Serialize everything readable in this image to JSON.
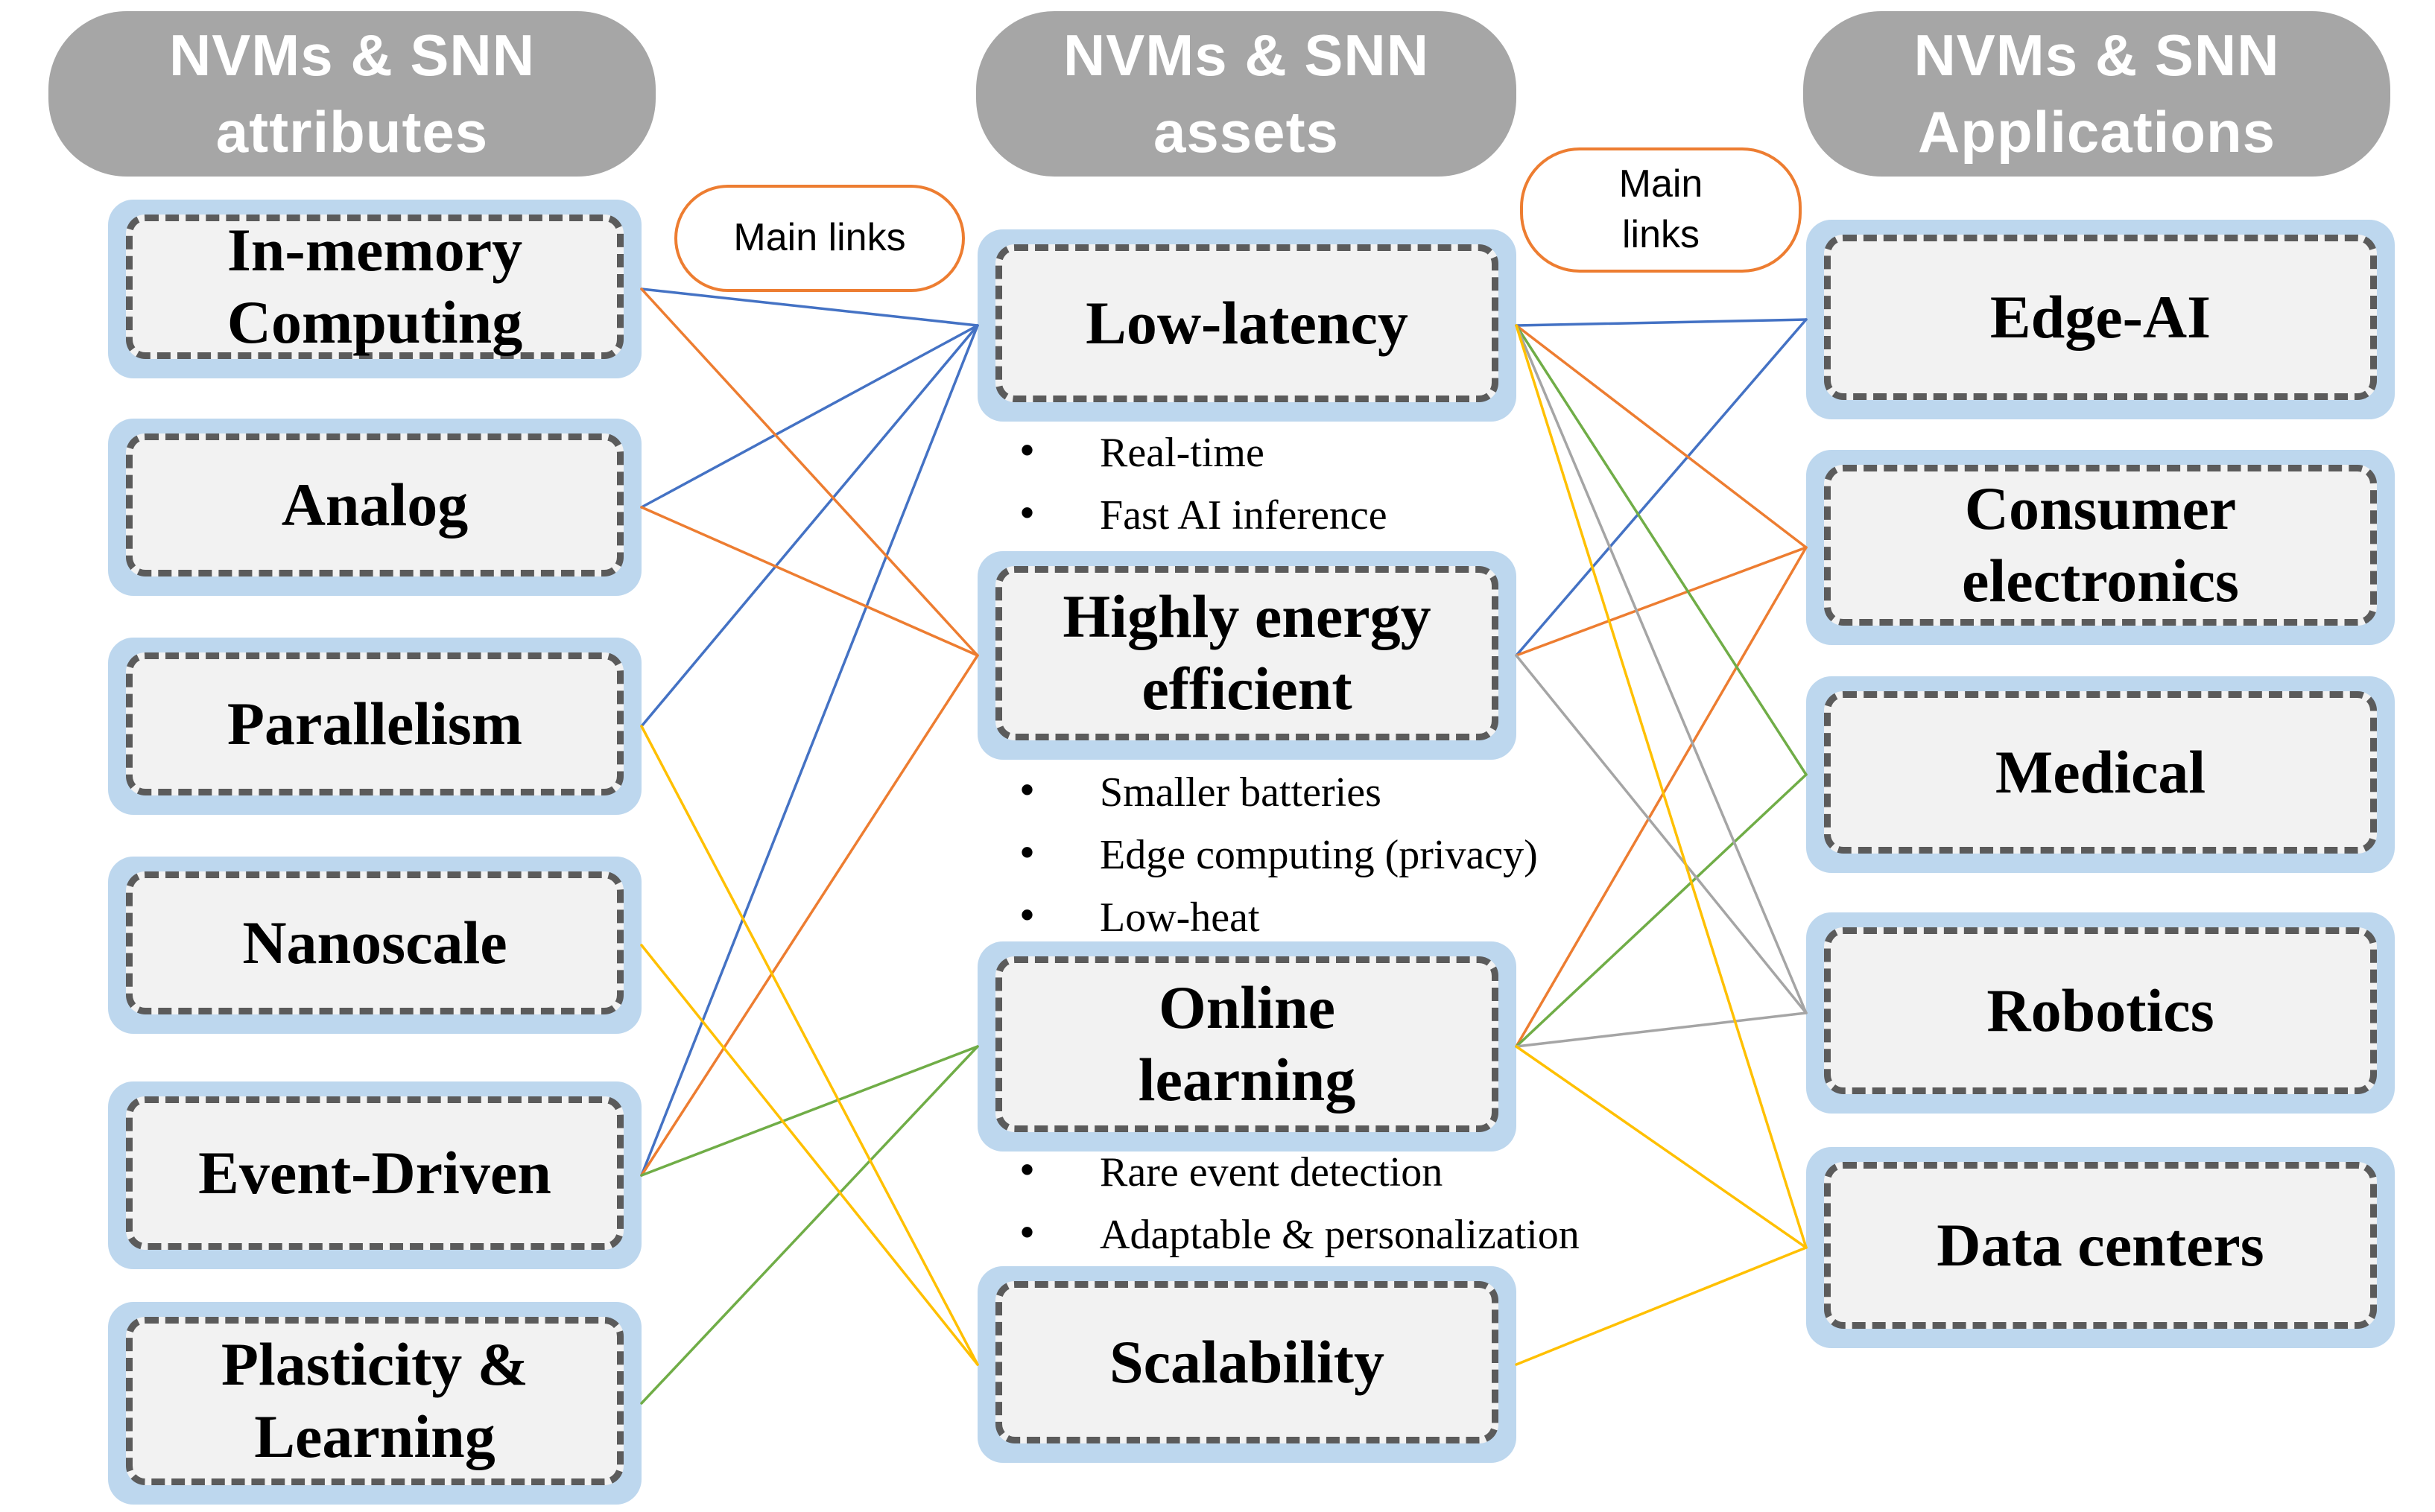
{
  "headers": {
    "attributes": "NVMs & SNN\nattributes",
    "assets": "NVMs & SNN\nassets",
    "applications": "NVMs & SNN\nApplications"
  },
  "main_links": {
    "left": "Main links",
    "right": "Main\nlinks"
  },
  "attributes": {
    "boxes": [
      {
        "id": "in-memory-computing",
        "label": "In-memory\nComputing"
      },
      {
        "id": "analog",
        "label": "Analog"
      },
      {
        "id": "parallelism",
        "label": "Parallelism"
      },
      {
        "id": "nanoscale",
        "label": "Nanoscale"
      },
      {
        "id": "event-driven",
        "label": "Event-Driven"
      },
      {
        "id": "plasticity-learning",
        "label": "Plasticity &\nLearning"
      }
    ]
  },
  "assets": {
    "boxes": [
      {
        "id": "low-latency",
        "label": "Low-latency",
        "bullets": [
          "Real-time",
          "Fast AI inference"
        ]
      },
      {
        "id": "highly-energy-efficient",
        "label": "Highly energy\nefficient",
        "bullets": [
          "Smaller batteries",
          "Edge computing (privacy)",
          "Low-heat"
        ]
      },
      {
        "id": "online-learning",
        "label": "Online\nlearning",
        "bullets": [
          "Rare event detection",
          "Adaptable & personalization"
        ]
      },
      {
        "id": "scalability",
        "label": "Scalability",
        "bullets": []
      }
    ]
  },
  "applications": {
    "boxes": [
      {
        "id": "edge-ai",
        "label": "Edge-AI"
      },
      {
        "id": "consumer-electronics",
        "label": "Consumer\nelectronics"
      },
      {
        "id": "medical",
        "label": "Medical"
      },
      {
        "id": "robotics",
        "label": "Robotics"
      },
      {
        "id": "data-centers",
        "label": "Data centers"
      }
    ]
  },
  "links": [
    {
      "from": "in-memory-computing",
      "to": "low-latency",
      "color": "blue"
    },
    {
      "from": "analog",
      "to": "low-latency",
      "color": "blue"
    },
    {
      "from": "parallelism",
      "to": "low-latency",
      "color": "blue"
    },
    {
      "from": "event-driven",
      "to": "low-latency",
      "color": "blue"
    },
    {
      "from": "in-memory-computing",
      "to": "highly-energy-efficient",
      "color": "orange"
    },
    {
      "from": "analog",
      "to": "highly-energy-efficient",
      "color": "orange"
    },
    {
      "from": "event-driven",
      "to": "highly-energy-efficient",
      "color": "orange"
    },
    {
      "from": "event-driven",
      "to": "online-learning",
      "color": "green"
    },
    {
      "from": "plasticity-learning",
      "to": "online-learning",
      "color": "green"
    },
    {
      "from": "parallelism",
      "to": "scalability",
      "color": "yellow"
    },
    {
      "from": "nanoscale",
      "to": "scalability",
      "color": "yellow"
    },
    {
      "from": "low-latency",
      "to": "edge-ai",
      "color": "blue"
    },
    {
      "from": "highly-energy-efficient",
      "to": "edge-ai",
      "color": "blue"
    },
    {
      "from": "low-latency",
      "to": "consumer-electronics",
      "color": "orange"
    },
    {
      "from": "highly-energy-efficient",
      "to": "consumer-electronics",
      "color": "orange"
    },
    {
      "from": "online-learning",
      "to": "consumer-electronics",
      "color": "orange"
    },
    {
      "from": "low-latency",
      "to": "medical",
      "color": "green"
    },
    {
      "from": "online-learning",
      "to": "medical",
      "color": "green"
    },
    {
      "from": "low-latency",
      "to": "robotics",
      "color": "gray"
    },
    {
      "from": "highly-energy-efficient",
      "to": "robotics",
      "color": "gray"
    },
    {
      "from": "online-learning",
      "to": "robotics",
      "color": "gray"
    },
    {
      "from": "low-latency",
      "to": "data-centers",
      "color": "yellow"
    },
    {
      "from": "online-learning",
      "to": "data-centers",
      "color": "yellow"
    },
    {
      "from": "scalability",
      "to": "data-centers",
      "color": "yellow"
    }
  ],
  "colors": {
    "blue": "#4472C4",
    "orange": "#ED7D31",
    "green": "#70AD47",
    "yellow": "#FFC000",
    "gray": "#A5A5A5",
    "halo_blue": "#BDD7EE",
    "box_fill": "#F2F2F2",
    "box_border": "#5B5B5B",
    "header_fill": "#A6A6A6",
    "header_text": "#FFFFFF",
    "oval_border": "#ED7D31",
    "text": "#000000"
  }
}
